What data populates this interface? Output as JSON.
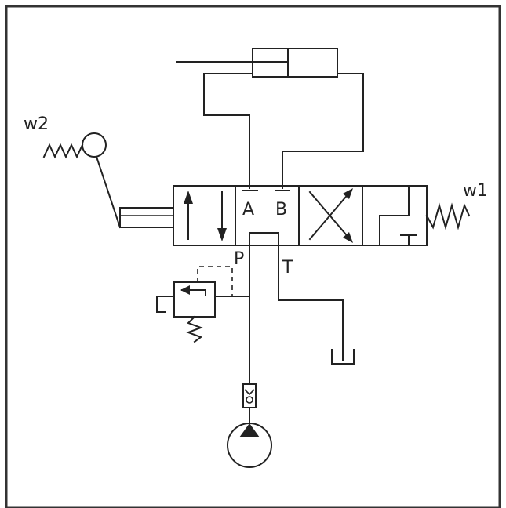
{
  "labels": {
    "w1": "w1",
    "w2": "w2",
    "port_a": "A",
    "port_b": "B",
    "port_p": "P",
    "port_t": "T"
  },
  "colors": {
    "line": "#222222",
    "frame": "#333333",
    "background": "#ffffff"
  }
}
